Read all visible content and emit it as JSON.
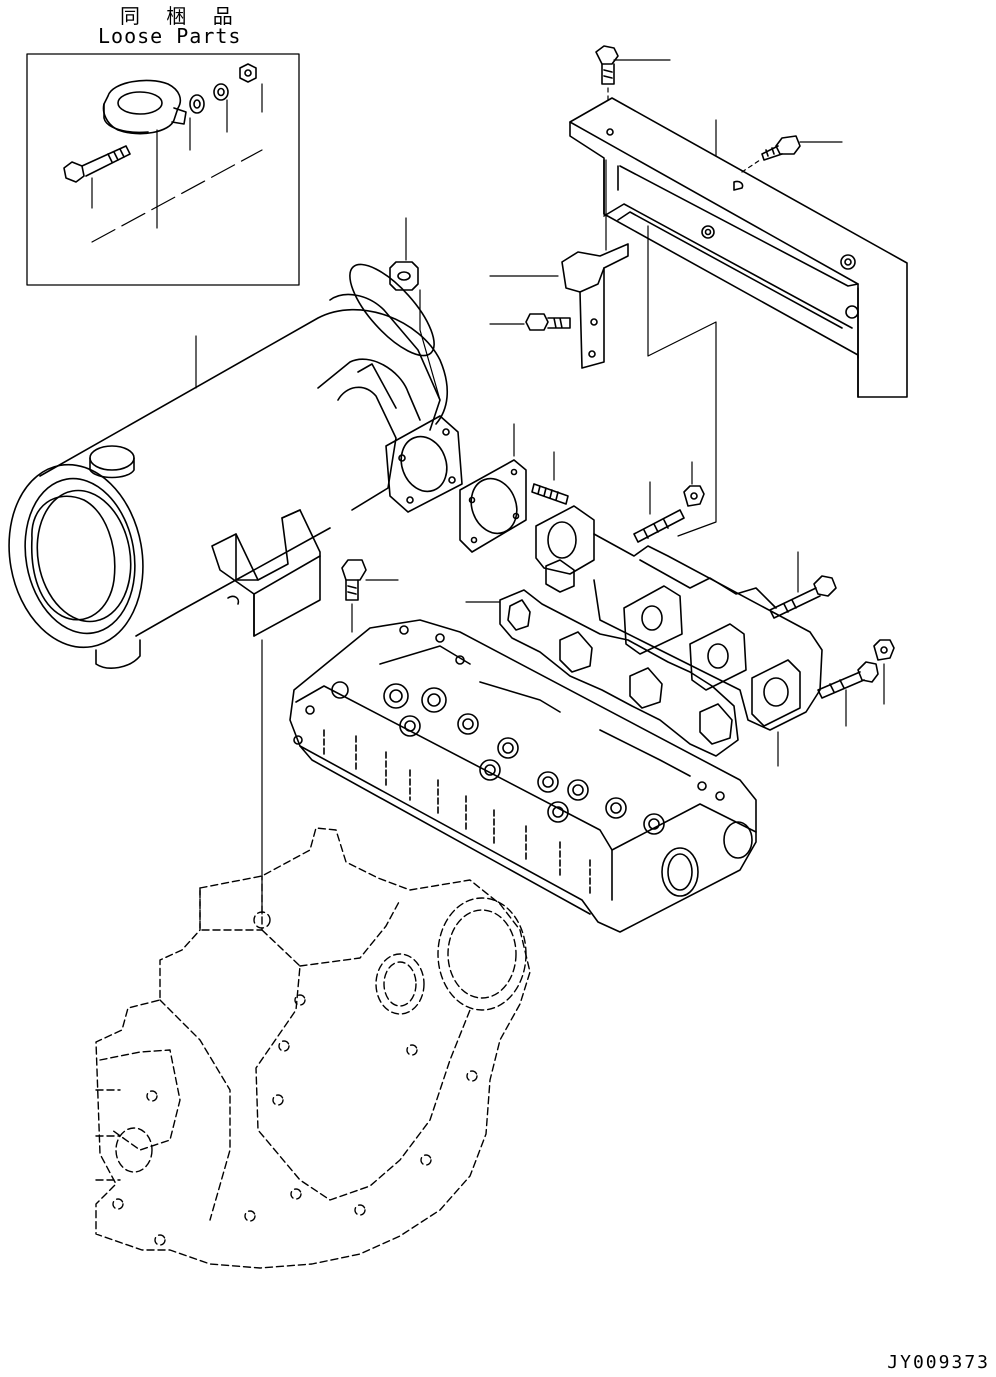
{
  "loose_parts": {
    "title_jp": "同 梱 品",
    "title_en": "Loose Parts"
  },
  "drawing_number": "JY009373",
  "parts": [
    {
      "name": "muffler"
    },
    {
      "name": "muffler-flange-gasket"
    },
    {
      "name": "exhaust-manifold"
    },
    {
      "name": "manifold-gasket"
    },
    {
      "name": "cylinder-head"
    },
    {
      "name": "flywheel-housing"
    },
    {
      "name": "heat-shield-cover"
    },
    {
      "name": "support-bracket"
    },
    {
      "name": "loose-clamp"
    },
    {
      "name": "loose-bolt"
    },
    {
      "name": "loose-washer"
    },
    {
      "name": "loose-lock-washer"
    },
    {
      "name": "loose-nut"
    },
    {
      "name": "stud-bolts"
    },
    {
      "name": "flange-nuts"
    },
    {
      "name": "flange-bolts"
    }
  ]
}
